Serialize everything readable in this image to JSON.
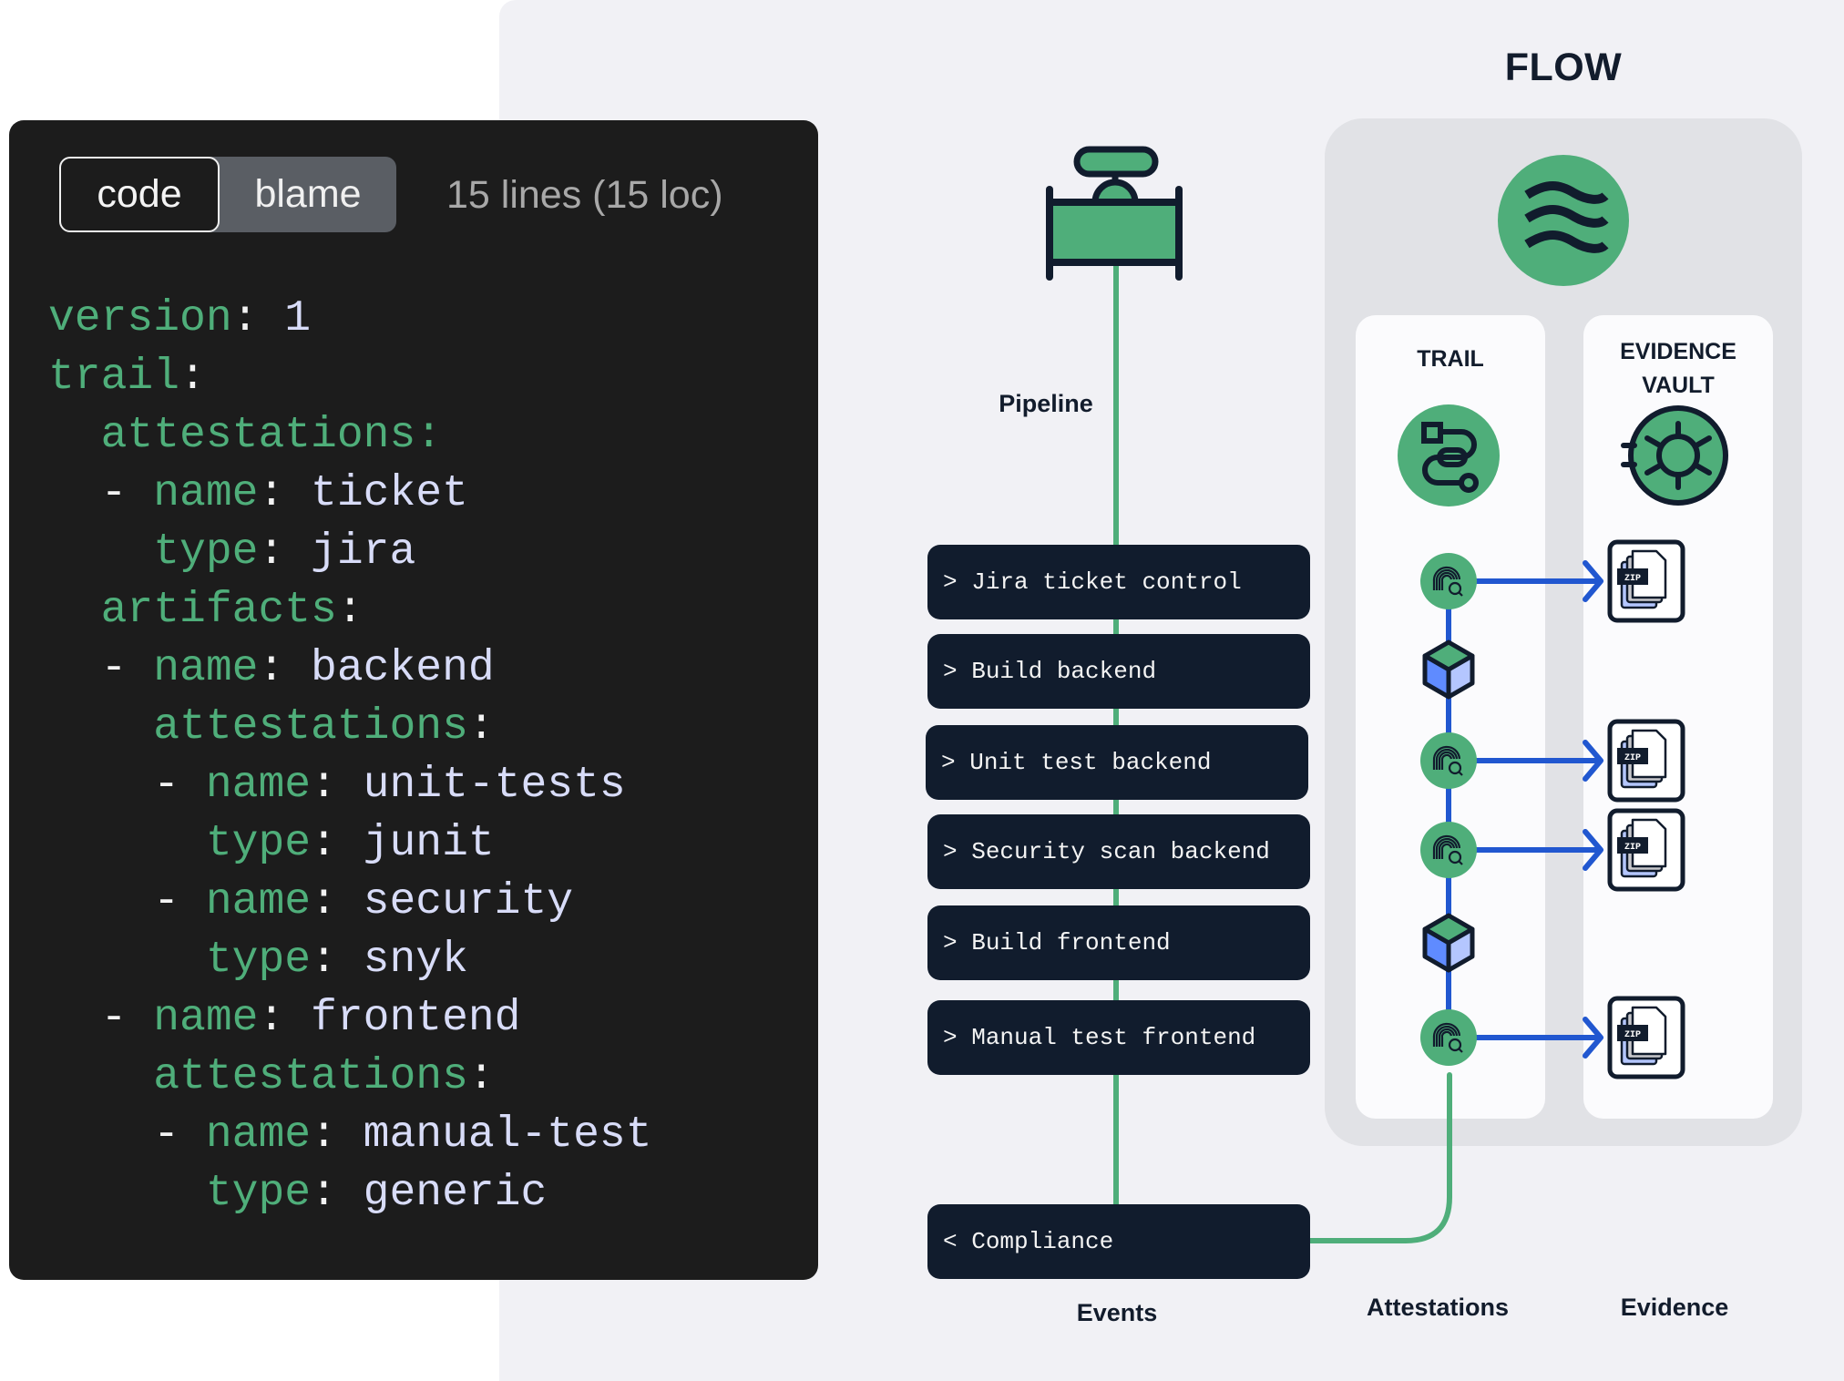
{
  "code_panel": {
    "tabs": [
      {
        "label": "code",
        "active": true
      },
      {
        "label": "blame",
        "active": false
      }
    ],
    "line_count_text": "15 lines (15 loc)",
    "lines": [
      {
        "indent": "",
        "dash": "",
        "key": "version",
        "sep": ": ",
        "value": "1"
      },
      {
        "indent": "",
        "dash": "",
        "key": "trail",
        "sep": ":",
        "value": ""
      },
      {
        "indent": "  ",
        "dash": "",
        "key": "attestations:",
        "sep": "",
        "value": ""
      },
      {
        "indent": "  ",
        "dash": "- ",
        "key": "name",
        "sep": ": ",
        "value": "ticket"
      },
      {
        "indent": "    ",
        "dash": "",
        "key": "type",
        "sep": ": ",
        "value": "jira"
      },
      {
        "indent": "  ",
        "dash": "",
        "key": "artifacts",
        "sep": ":",
        "value": ""
      },
      {
        "indent": "  ",
        "dash": "- ",
        "key": "name",
        "sep": ": ",
        "value": "backend"
      },
      {
        "indent": "    ",
        "dash": "",
        "key": "attestations",
        "sep": ":",
        "value": ""
      },
      {
        "indent": "    ",
        "dash": "- ",
        "key": "name",
        "sep": ": ",
        "value": "unit-tests"
      },
      {
        "indent": "      ",
        "dash": "",
        "key": "type",
        "sep": ": ",
        "value": "junit"
      },
      {
        "indent": "    ",
        "dash": "- ",
        "key": "name",
        "sep": ": ",
        "value": "security"
      },
      {
        "indent": "      ",
        "dash": "",
        "key": "type",
        "sep": ": ",
        "value": "snyk"
      },
      {
        "indent": "  ",
        "dash": "- ",
        "key": "name",
        "sep": ": ",
        "value": "frontend"
      },
      {
        "indent": "    ",
        "dash": "",
        "key": "attestations",
        "sep": ":",
        "value": ""
      },
      {
        "indent": "    ",
        "dash": "- ",
        "key": "name",
        "sep": ": ",
        "value": "manual-test"
      },
      {
        "indent": "      ",
        "dash": "",
        "key": "type",
        "sep": ": ",
        "value": "generic"
      }
    ]
  },
  "diagram": {
    "title": "FLOW",
    "pipeline_label": "Pipeline",
    "flow_icon": "waves-icon",
    "pipeline_icon": "valve-icon",
    "trail": {
      "title": "TRAIL",
      "icon": "route-icon"
    },
    "vault": {
      "title_line1": "EVIDENCE",
      "title_line2": "VAULT",
      "icon": "vault-dial-icon"
    },
    "events": [
      {
        "prefix": ">",
        "label": "Jira ticket control"
      },
      {
        "prefix": ">",
        "label": "Build backend"
      },
      {
        "prefix": ">",
        "label": "Unit test backend"
      },
      {
        "prefix": ">",
        "label": "Security scan backend"
      },
      {
        "prefix": ">",
        "label": "Build frontend"
      },
      {
        "prefix": ">",
        "label": "Manual test frontend"
      },
      {
        "prefix": "<",
        "label": "Compliance"
      }
    ],
    "trail_nodes": [
      {
        "type": "attestation",
        "icon": "fingerprint-search-icon",
        "evidence": "ZIP"
      },
      {
        "type": "artifact",
        "icon": "cube-icon"
      },
      {
        "type": "attestation",
        "icon": "fingerprint-search-icon",
        "evidence": "ZIP"
      },
      {
        "type": "attestation",
        "icon": "fingerprint-search-icon",
        "evidence": "ZIP"
      },
      {
        "type": "artifact",
        "icon": "cube-icon"
      },
      {
        "type": "attestation",
        "icon": "fingerprint-search-icon",
        "evidence": "ZIP"
      }
    ],
    "column_labels": {
      "events": "Events",
      "attestations": "Attestations",
      "evidence": "Evidence"
    },
    "colors": {
      "green": "#4fae7a",
      "navy": "#111c2d",
      "blue": "#2157d0",
      "cube_left": "#5f8bff",
      "cube_right": "#b4c6ff"
    }
  }
}
